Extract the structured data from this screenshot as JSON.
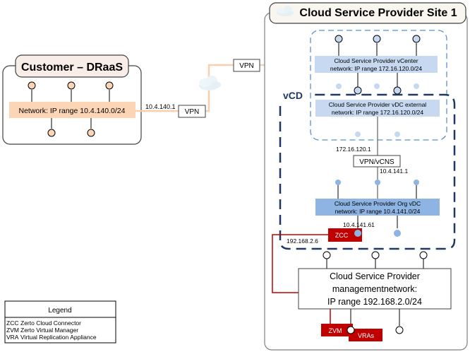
{
  "customer": {
    "title": "Customer – DRaaS",
    "network_label": "Network: IP range 10.4.140.0/24",
    "gateway_ip": "10.4.140.1",
    "vpn_label": "VPN"
  },
  "internet": {
    "vpn_label": "VPN",
    "cloud_icon": "cloud-icon"
  },
  "provider": {
    "title": "Cloud Service Provider Site 1",
    "vcenter_network": {
      "line1": "Cloud Service Provider vCenter",
      "line2": "network: IP range 172.16.120.0/24"
    },
    "vcd_label": "vCD",
    "vdc_external_network": {
      "line1": "Cloud Service Provider vDC external",
      "line2": "network: IP range 172.16.120.0/24"
    },
    "external_ip": "172.16.120.1",
    "vcns_label": "VPN/vCNS",
    "org_gateway_ip": "10.4.141.1",
    "org_vdc_network": {
      "line1": "Cloud Service Provider Org vDC",
      "line2": "network: IP range 10.4.141.0/24"
    },
    "zcc_ip": "10.4.141.61",
    "zcc_mgmt_ip": "192.168.2.6",
    "zcc_label": "ZCC",
    "management_network": {
      "line1": "Cloud Service Provider",
      "line2": "managementnetwork:",
      "line3": "IP  range 192.168.2.0/24"
    },
    "zvm_label": "ZVM",
    "vras_label": "VRAs"
  },
  "legend": {
    "title": "Legend",
    "items": [
      {
        "abbr": "ZCC",
        "desc": "Zerto Cloud Connector"
      },
      {
        "abbr": "ZVM",
        "desc": "Zerto Virtual Manager"
      },
      {
        "abbr": "VRA",
        "desc": "Virtual Replication Appliance"
      }
    ]
  },
  "colors": {
    "customer_net": "#fbd5b5",
    "customer_header": "#f8ede7",
    "vpn_line": "#fbcfae",
    "vcenter_net": "#c6d9f1",
    "org_net": "#8db4e2",
    "dashed_light": "#5b8fd1",
    "dashed_dark": "#1f3864",
    "zerto_red": "#c00000",
    "node_blue": "#95b3d7"
  }
}
